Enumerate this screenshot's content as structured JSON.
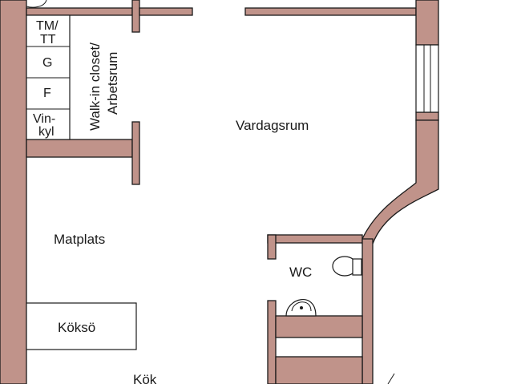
{
  "rooms": {
    "vardagsrum": "Vardagsrum",
    "matplats": "Matplats",
    "wc": "WC",
    "koksö": "Köksö",
    "kok": "Kök",
    "walk_in_line1": "Walk-in closet/",
    "walk_in_line2": "Arbetsrum"
  },
  "appliances": {
    "tm_line1": "TM/",
    "tm_line2": "TT",
    "g": "G",
    "f": "F",
    "vinkyl_line1": "Vin-",
    "vinkyl_line2": "kyl"
  },
  "colors": {
    "wall": "#c0938a",
    "outline": "#1a1a1a",
    "background": "#ffffff"
  }
}
